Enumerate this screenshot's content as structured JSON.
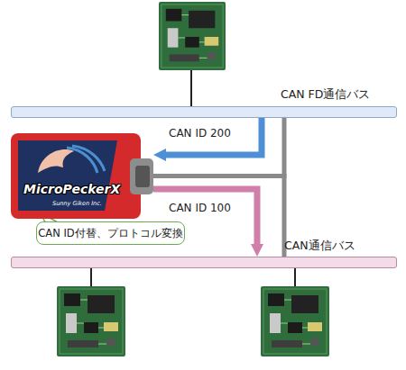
{
  "diagram": {
    "nodes": [
      {
        "text": [
          "CAN FD通信バス"
        ]
      },
      {
        "text": [
          "MicroPeckerX",
          "Sunny Giken Inc."
        ]
      },
      {
        "text": [
          "CAN ID付替、プロトコル変換"
        ]
      },
      {
        "text": [
          "CAN通信バス"
        ]
      }
    ],
    "edges": [
      {
        "from": 1,
        "to": 0,
        "arrow": "none"
      },
      {
        "from": 1,
        "to": 3,
        "arrow": "none"
      },
      {
        "from": 0,
        "to": 1,
        "label": "CAN ID 200",
        "arrow": "to"
      },
      {
        "from": 1,
        "to": 3,
        "label": "CAN ID 100",
        "arrow": "to"
      }
    ]
  }
}
